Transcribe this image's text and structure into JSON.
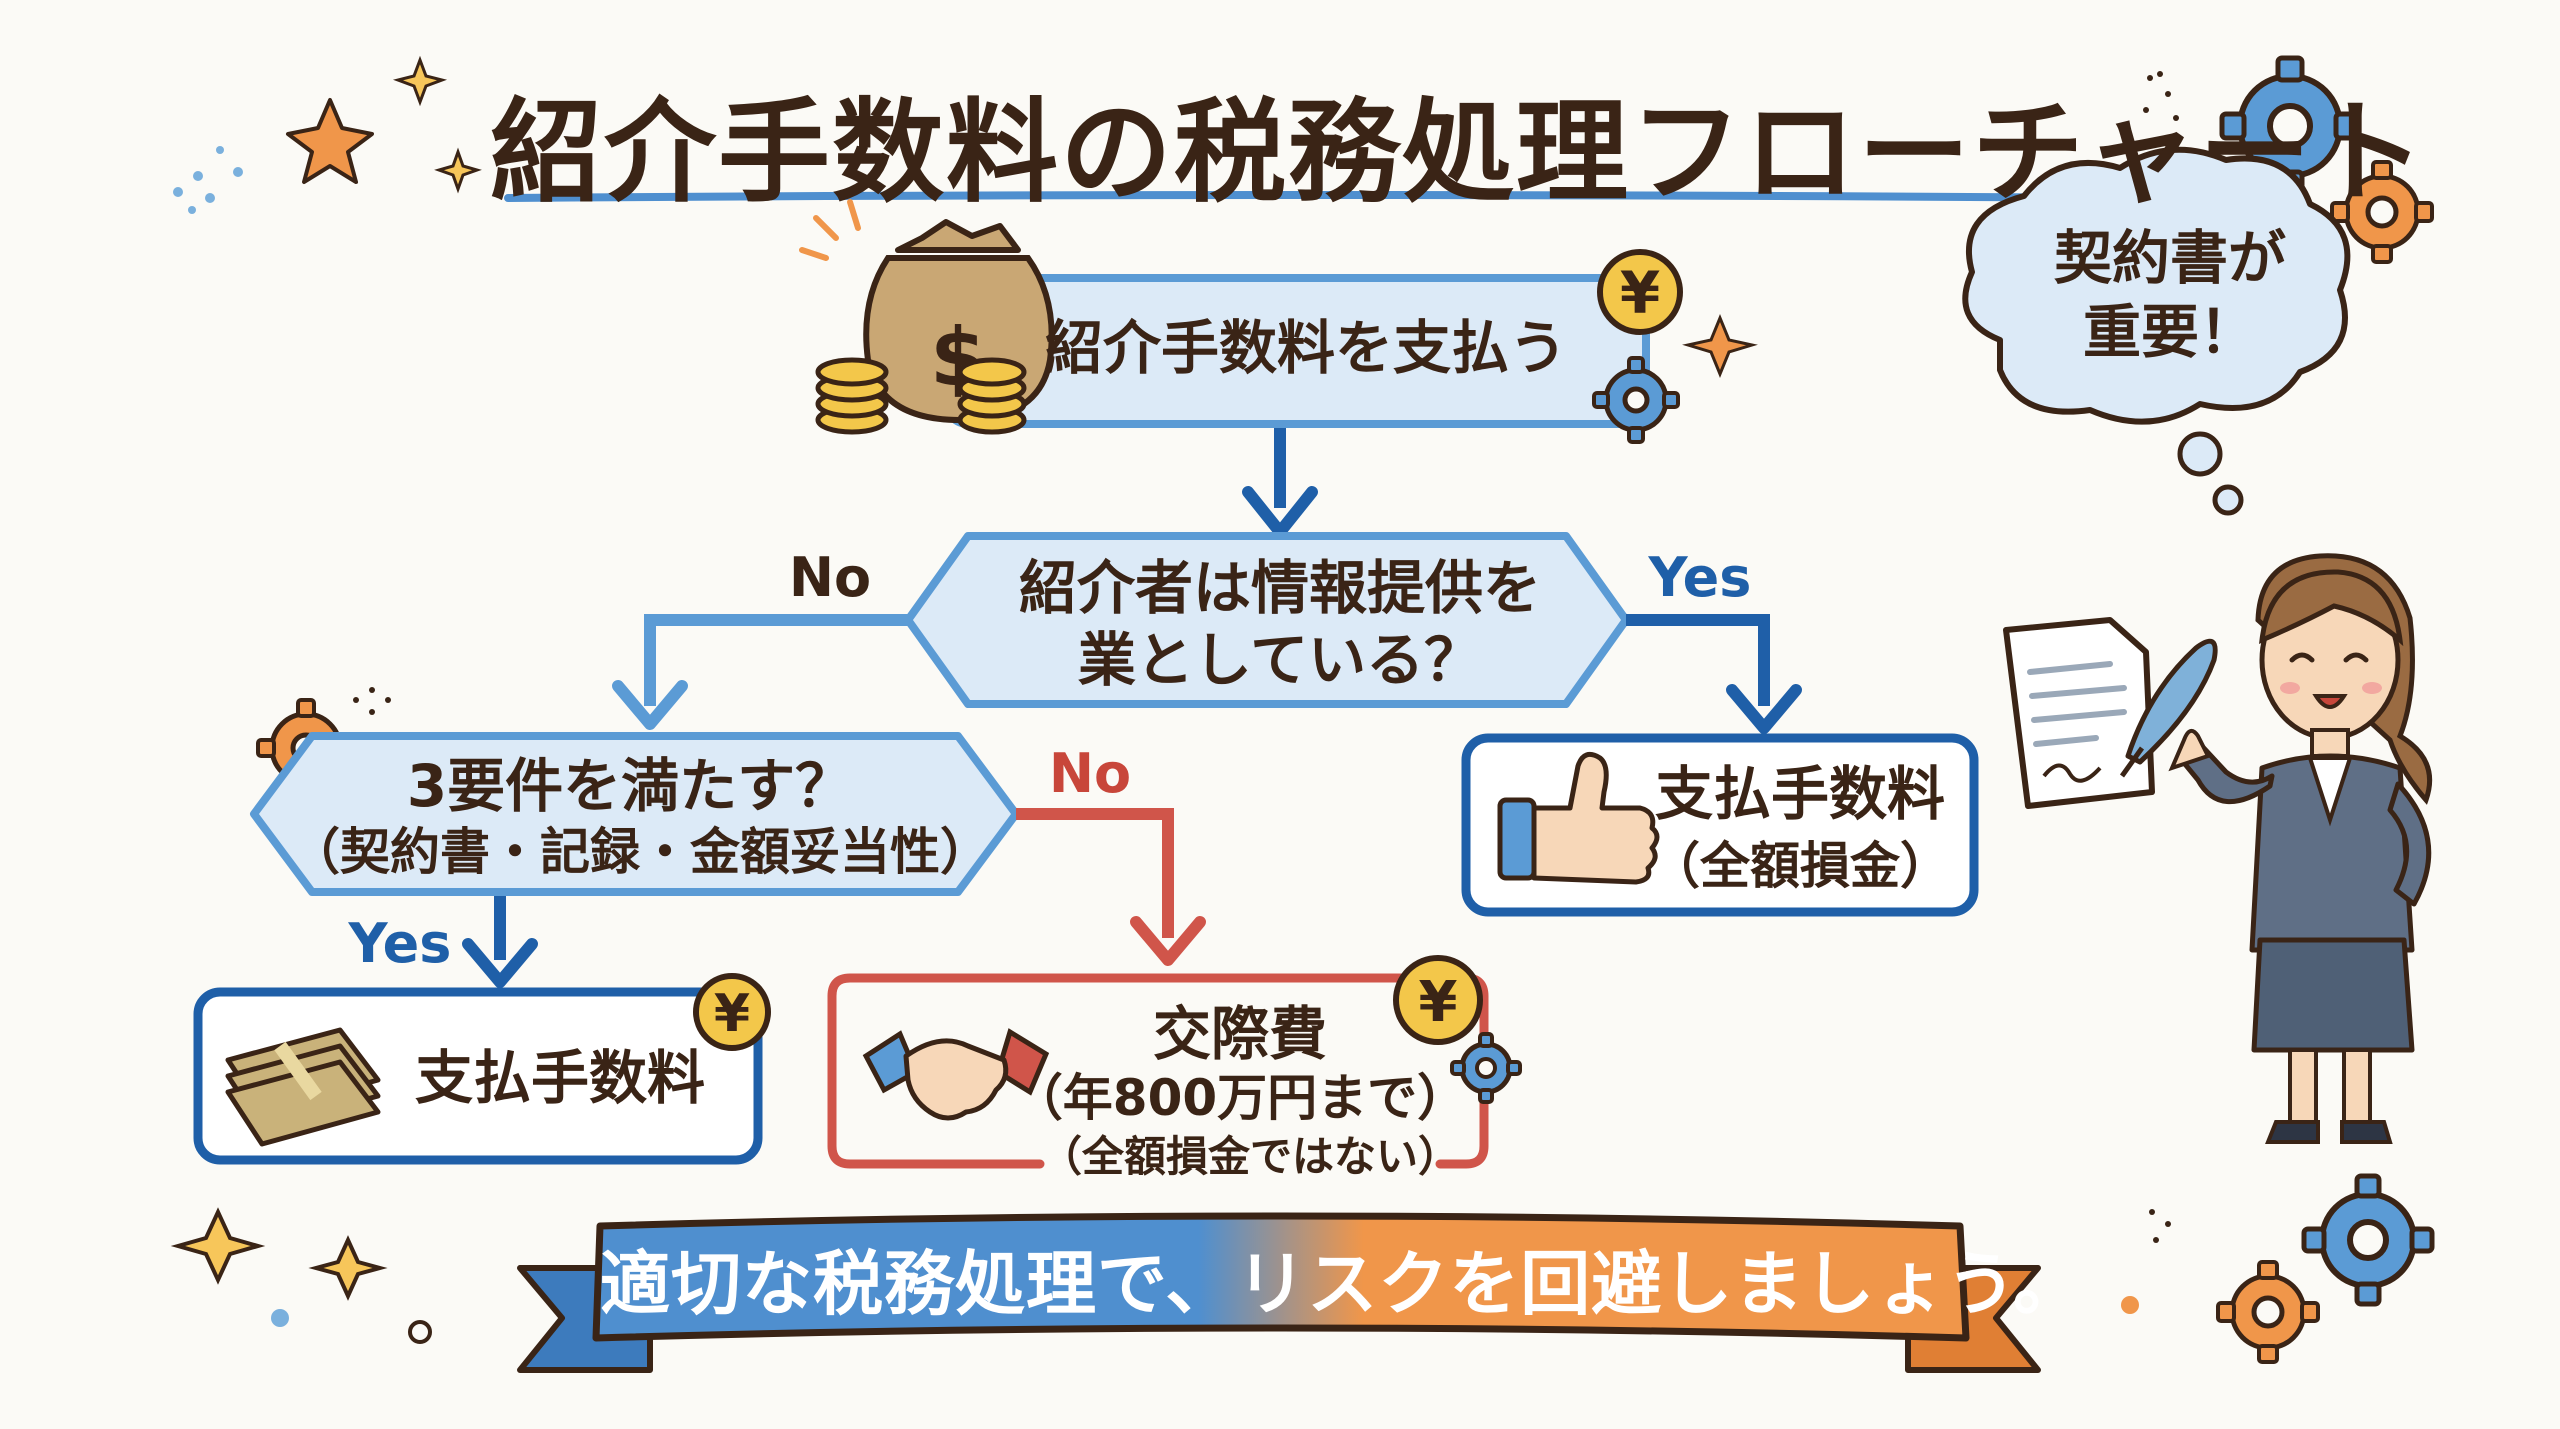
{
  "title": "紹介手数料の税務処理フローチャート",
  "nodes": {
    "start": {
      "text": "紹介手数料を支払う"
    },
    "decision1": {
      "line1": "紹介者は情報提供を",
      "line2": "業としている？"
    },
    "decision2": {
      "line1": "3要件を満たす？",
      "line2": "（契約書・記録・金額妥当性）"
    },
    "result_yes_top": {
      "line1": "支払手数料",
      "line2": "（全額損金）"
    },
    "result_yes_bottom": {
      "text": "支払手数料"
    },
    "result_no": {
      "line1": "交際費",
      "line2": "（年800万円まで）",
      "line3": "（全額損金ではない）"
    }
  },
  "edge_labels": {
    "d1_no": "No",
    "d1_yes": "Yes",
    "d2_no": "No",
    "d2_yes": "Yes"
  },
  "speech_bubble": {
    "line1": "契約書が",
    "line2": "重要！"
  },
  "banner": {
    "text": "適切な税務処理で、リスクを回避しましょう。"
  },
  "colors": {
    "blue": "#1f5fa8",
    "light_blue": "#5b9bd5",
    "node_fill": "#dceaf7",
    "red": "#d0554a",
    "orange": "#f0964a",
    "gold": "#f3c74a",
    "title_underline": "#4f8fcf"
  },
  "icons": [
    "money-bag-icon",
    "yen-coin-icon",
    "gear-icon",
    "thumbs-up-icon",
    "cash-stack-icon",
    "handshake-icon",
    "document-icon",
    "quill-pen-icon",
    "sparkle-icon"
  ]
}
